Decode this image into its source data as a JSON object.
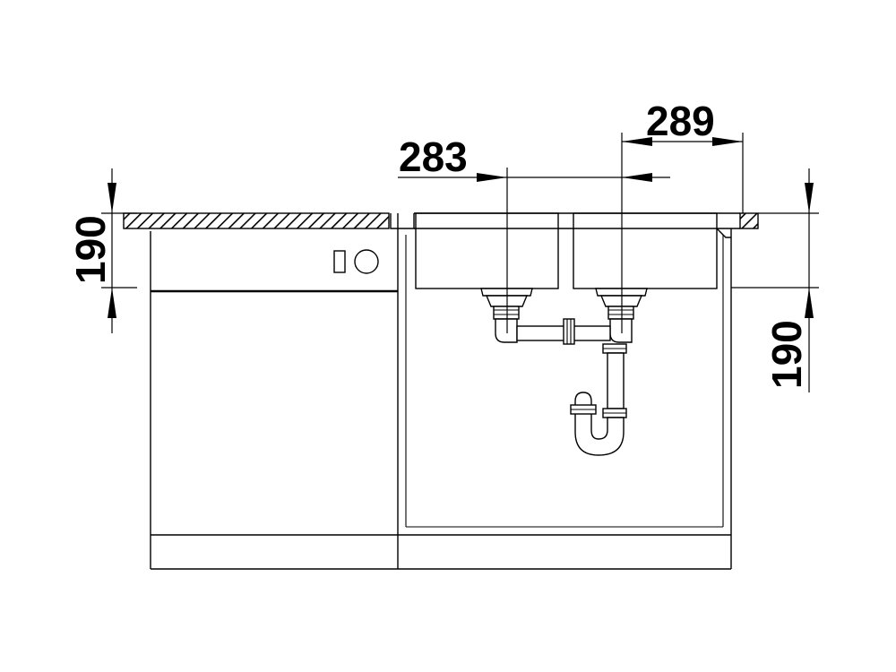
{
  "dimensions": {
    "bowl_spacing_283": "283",
    "bowl_spacing_289": "289",
    "left_height": "190",
    "right_height": "190"
  },
  "colors": {
    "line": "#000000",
    "background": "#ffffff"
  }
}
